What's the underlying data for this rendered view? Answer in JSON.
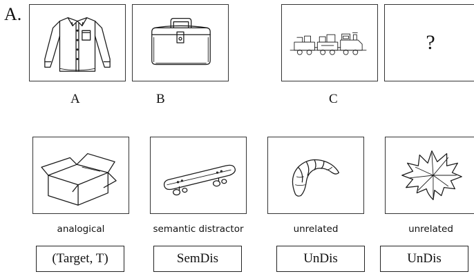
{
  "figure": {
    "panel_label": "A.",
    "top_row": {
      "items": [
        {
          "letter": "A",
          "icon": "shirt-icon"
        },
        {
          "letter": "B",
          "icon": "suitcase-icon"
        },
        {
          "letter": "C",
          "icon": "toy-train-icon"
        },
        {
          "icon": "question-mark",
          "text": "?"
        }
      ]
    },
    "bottom_row": {
      "items": [
        {
          "icon": "box-icon",
          "description": "analogical",
          "tag": "(Target, T)"
        },
        {
          "icon": "skateboard-icon",
          "description": "semantic distractor",
          "tag": "SemDis"
        },
        {
          "icon": "croissant-icon",
          "description": "unrelated",
          "tag": "UnDis"
        },
        {
          "icon": "leaf-icon",
          "description": "unrelated",
          "tag": "UnDis"
        }
      ]
    }
  }
}
